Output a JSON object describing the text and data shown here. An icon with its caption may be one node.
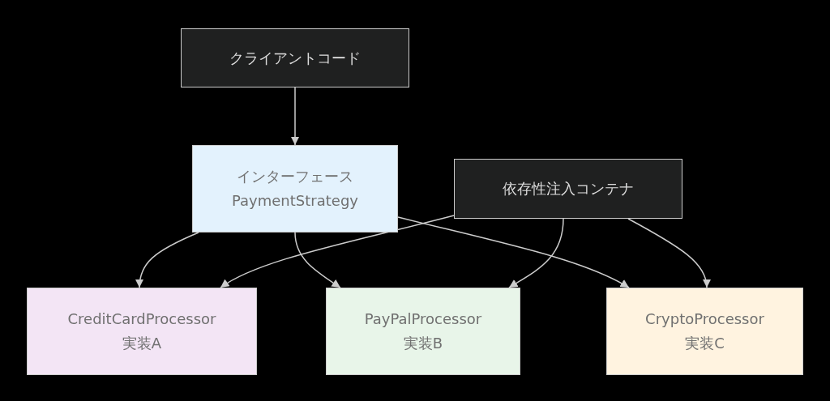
{
  "diagram": {
    "nodes": [
      {
        "text": [
          "クライアントコード"
        ]
      },
      {
        "text": [
          "インターフェース",
          "PaymentStrategy"
        ]
      },
      {
        "text": [
          "依存性注入コンテナ"
        ]
      },
      {
        "text": [
          "CreditCardProcessor",
          "実装A"
        ]
      },
      {
        "text": [
          "PayPalProcessor",
          "実装B"
        ]
      },
      {
        "text": [
          "CryptoProcessor",
          "実装C"
        ]
      }
    ],
    "edges": [
      {
        "from": 0,
        "to": 1,
        "arrow": "to"
      },
      {
        "from": 1,
        "to": 3,
        "arrow": "to"
      },
      {
        "from": 1,
        "to": 4,
        "arrow": "to"
      },
      {
        "from": 1,
        "to": 5,
        "arrow": "to"
      },
      {
        "from": 2,
        "to": 3,
        "arrow": "to"
      },
      {
        "from": 2,
        "to": 4,
        "arrow": "to"
      },
      {
        "from": 2,
        "to": 5,
        "arrow": "to"
      }
    ]
  }
}
